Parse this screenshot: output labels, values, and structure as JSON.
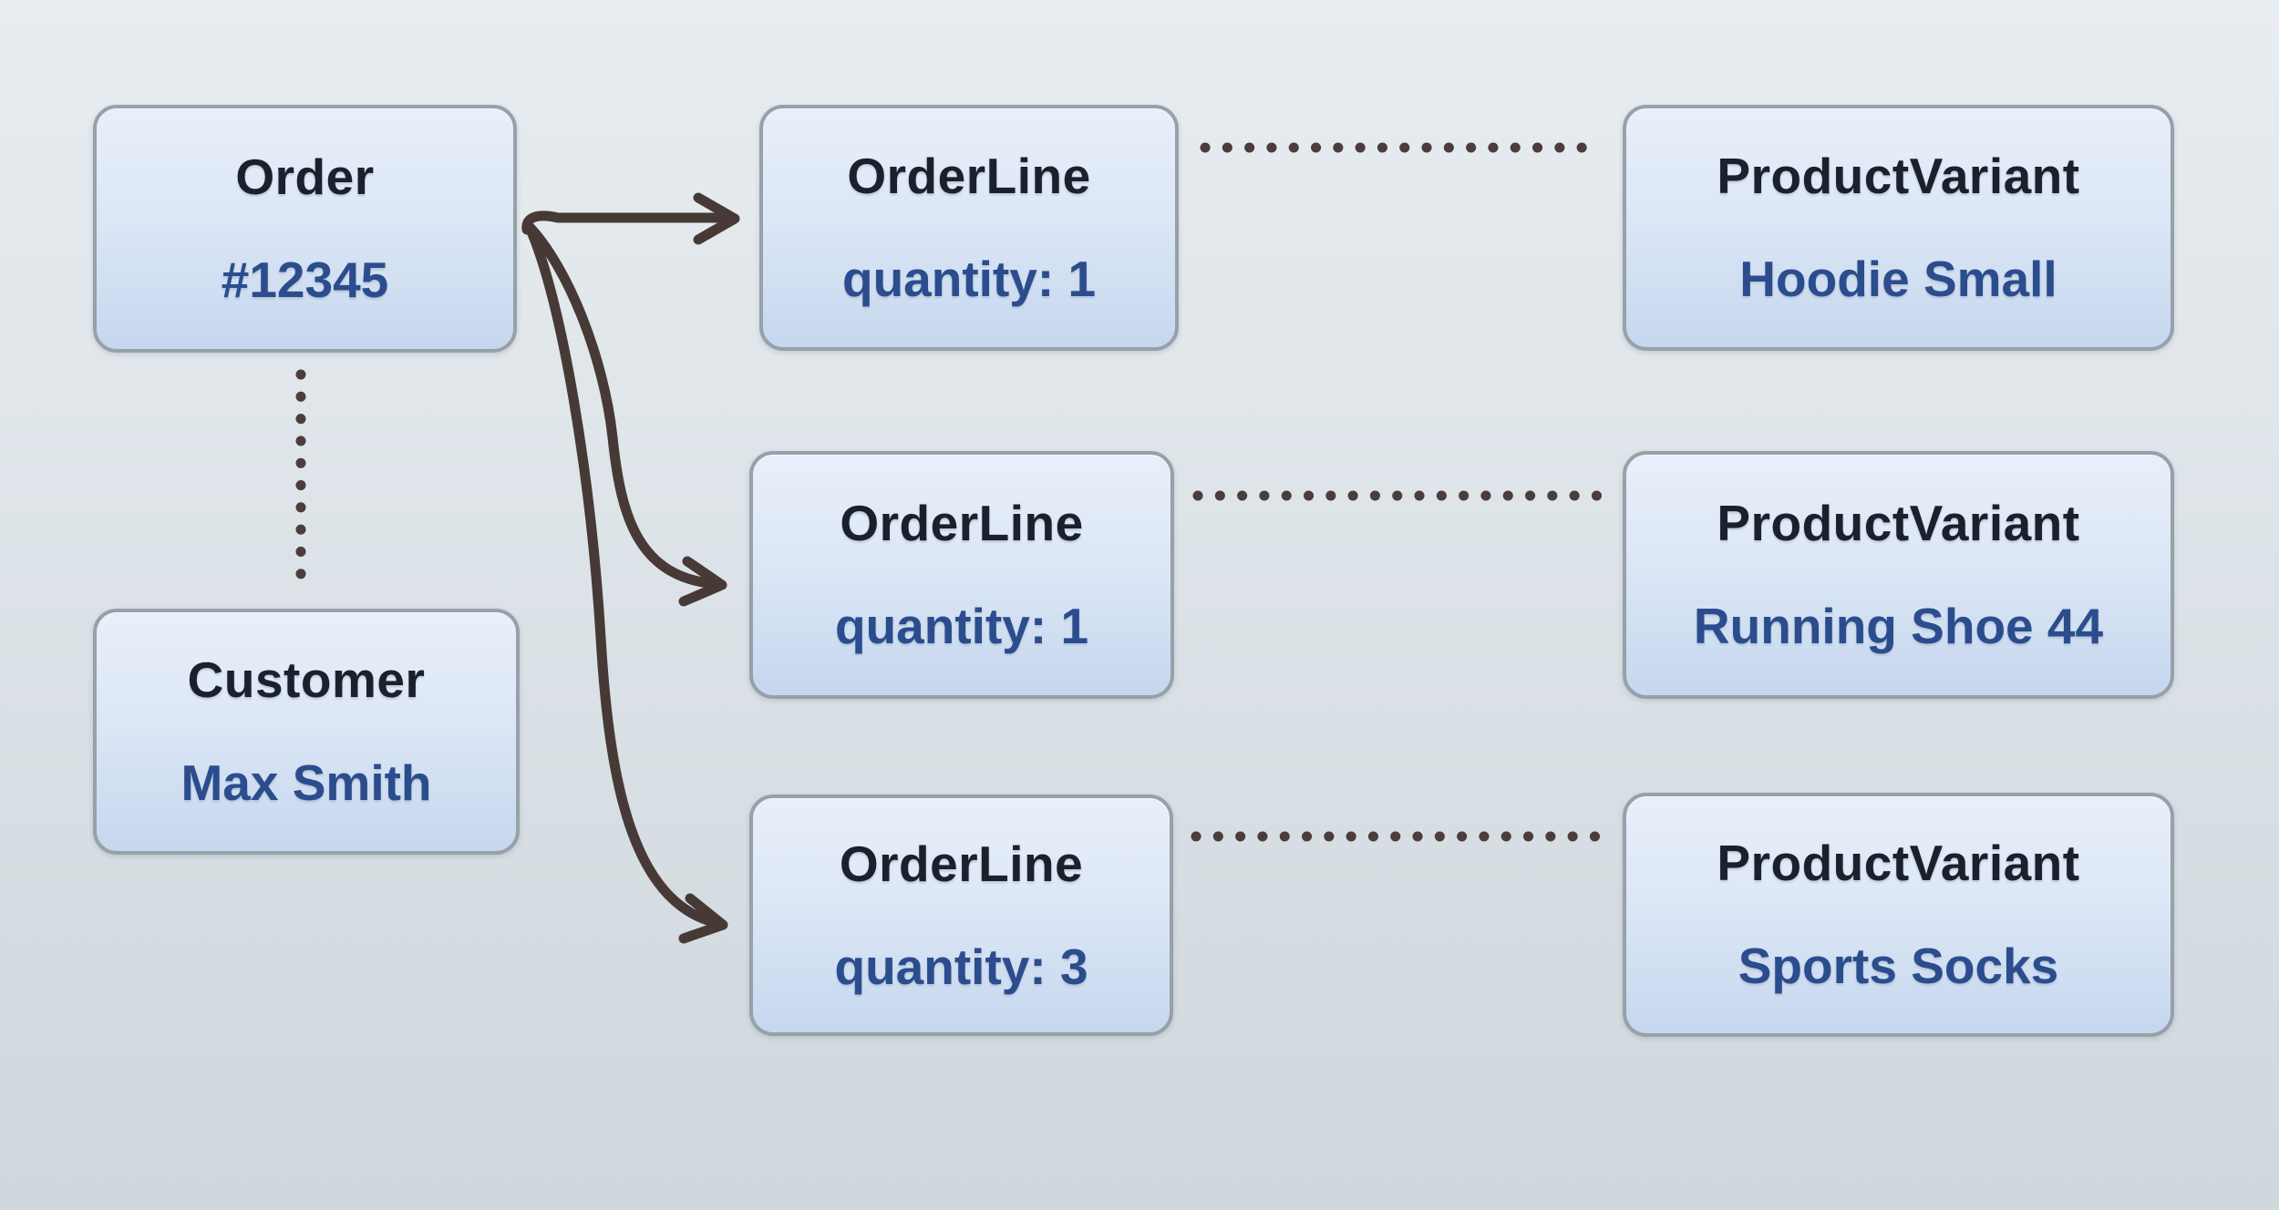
{
  "diagram": {
    "nodes": [
      {
        "id": "order",
        "title": "Order",
        "value": "#12345"
      },
      {
        "id": "customer",
        "title": "Customer",
        "value": "Max Smith"
      },
      {
        "id": "orderline-1",
        "title": "OrderLine",
        "value": "quantity: 1"
      },
      {
        "id": "orderline-2",
        "title": "OrderLine",
        "value": "quantity: 1"
      },
      {
        "id": "orderline-3",
        "title": "OrderLine",
        "value": "quantity: 3"
      },
      {
        "id": "productvariant-1",
        "title": "ProductVariant",
        "value": "Hoodie Small"
      },
      {
        "id": "productvariant-2",
        "title": "ProductVariant",
        "value": "Running Shoe 44"
      },
      {
        "id": "productvariant-3",
        "title": "ProductVariant",
        "value": "Sports Socks"
      }
    ],
    "edges": [
      {
        "from": "order",
        "to": "customer",
        "style": "dotted"
      },
      {
        "from": "order",
        "to": "orderline-1",
        "style": "arrow"
      },
      {
        "from": "order",
        "to": "orderline-2",
        "style": "arrow"
      },
      {
        "from": "order",
        "to": "orderline-3",
        "style": "arrow"
      },
      {
        "from": "orderline-1",
        "to": "productvariant-1",
        "style": "dotted"
      },
      {
        "from": "orderline-2",
        "to": "productvariant-2",
        "style": "dotted"
      },
      {
        "from": "orderline-3",
        "to": "productvariant-3",
        "style": "dotted"
      }
    ]
  },
  "colors": {
    "background_top": "#e8edf1",
    "background_bottom": "#cfd8dd",
    "node_border": "#97a1a9",
    "node_fill_top": "#e9effa",
    "node_fill_bottom": "#c6d7ee",
    "title_color": "#1a212d",
    "value_color": "#2b4d8e",
    "connector_color": "#473a36",
    "dot_color": "#4a3d3c"
  }
}
